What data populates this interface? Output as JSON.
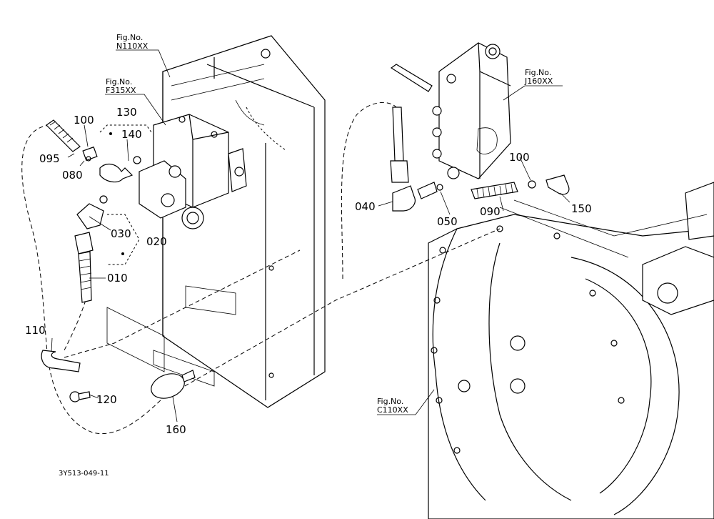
{
  "figure_refs": {
    "n110": {
      "prefix": "Fig.No.",
      "code": "N110XX"
    },
    "f315": {
      "prefix": "Fig.No.",
      "code": "F315XX"
    },
    "j160": {
      "prefix": "Fig.No.",
      "code": "J160XX"
    },
    "c110": {
      "prefix": "Fig.No.",
      "code": "C110XX"
    }
  },
  "parts": {
    "p010": "010",
    "p020": "020",
    "p030": "030",
    "p040": "040",
    "p050": "050",
    "p080": "080",
    "p090": "090",
    "p095": "095",
    "p100a": "100",
    "p100b": "100",
    "p110": "110",
    "p120": "120",
    "p130": "130",
    "p140": "140",
    "p150": "150",
    "p160": "160"
  },
  "drawing_code": "3Y513-049-11"
}
